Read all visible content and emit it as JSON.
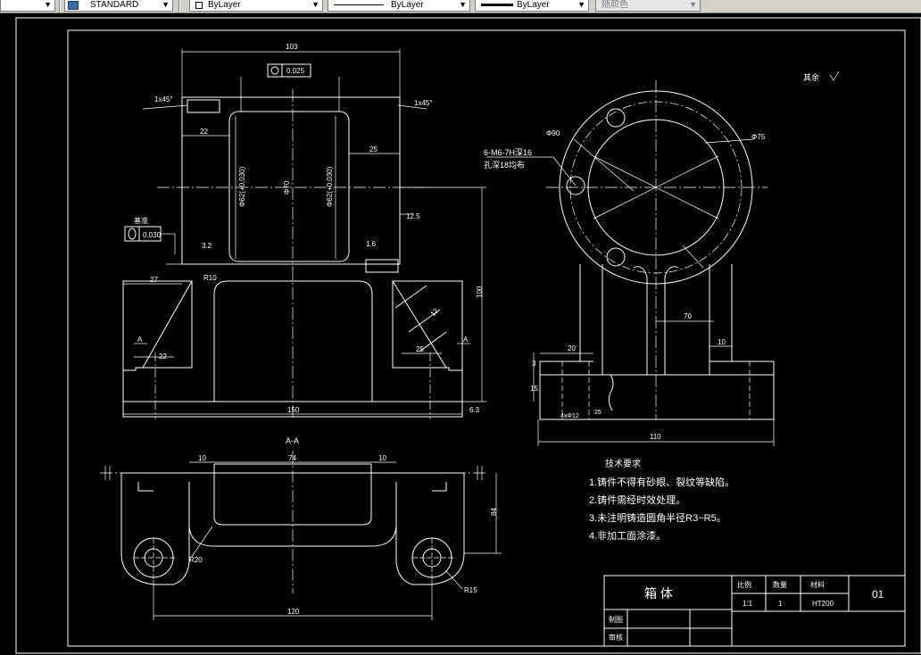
{
  "toolbar": {
    "text_style": "STANDARD",
    "layer": "ByLayer",
    "linetype": "ByLayer",
    "lineweight": "ByLayer",
    "plot_style": "随颜色"
  },
  "drawing": {
    "front": {
      "dim_103": "103",
      "tol_flatness": "0.025",
      "chamfer_left": "1x45°",
      "chamfer_right": "1x45°",
      "dim_22_top": "22",
      "dim_25_top": "25",
      "bore_left": "Φ62(+0.030)",
      "bore_mid": "Φ70",
      "bore_right": "Φ62(+0.030)",
      "tol_datum_label": "基准",
      "tol_value": "0.030",
      "rough_32": "3.2",
      "rough_1_6": "1.6",
      "rough_12_5": "12.5",
      "dim_27": "27",
      "dim_r10": "R10",
      "dim_100": "100",
      "dim_22_bottom": "22",
      "dim_25_bottom": "25",
      "dim_12": "12",
      "section_a_left": "A",
      "section_a_right": "A",
      "dim_150": "150",
      "dim_6_3": "6.3"
    },
    "side": {
      "roughness_note": "其余",
      "thread_note": "6-M6-7H深16",
      "hole_note": "孔深18均布",
      "dia_90": "Φ90",
      "dia_75": "Φ75",
      "dim_70": "70",
      "dim_20": "20",
      "dim_10": "10",
      "dim_3": "3",
      "dim_15": "15",
      "hole_dim": "4xΦ12",
      "rough_25": "25",
      "dim_110": "110"
    },
    "section": {
      "title": "A-A",
      "dim_10_left": "10",
      "dim_74": "74",
      "dim_10_right": "10",
      "dim_84": "84",
      "dim_r20": "R20",
      "dim_r15": "R15",
      "dim_120": "120"
    },
    "notes": {
      "title": "技术要求",
      "items": [
        "1.铸件不得有砂眼、裂纹等缺陷。",
        "2.铸件需经时效处理。",
        "3.未注明铸造圆角半径R3~R5。",
        "4.非加工面涂漆。"
      ]
    },
    "title_block": {
      "part_name": "箱 体",
      "scale_label": "比例",
      "qty_label": "数量",
      "material_label": "材料",
      "scale": "1:1",
      "qty": "1",
      "material": "HT200",
      "drawing_no": "01",
      "drawn_label": "制图",
      "checked_label": "审核"
    }
  }
}
